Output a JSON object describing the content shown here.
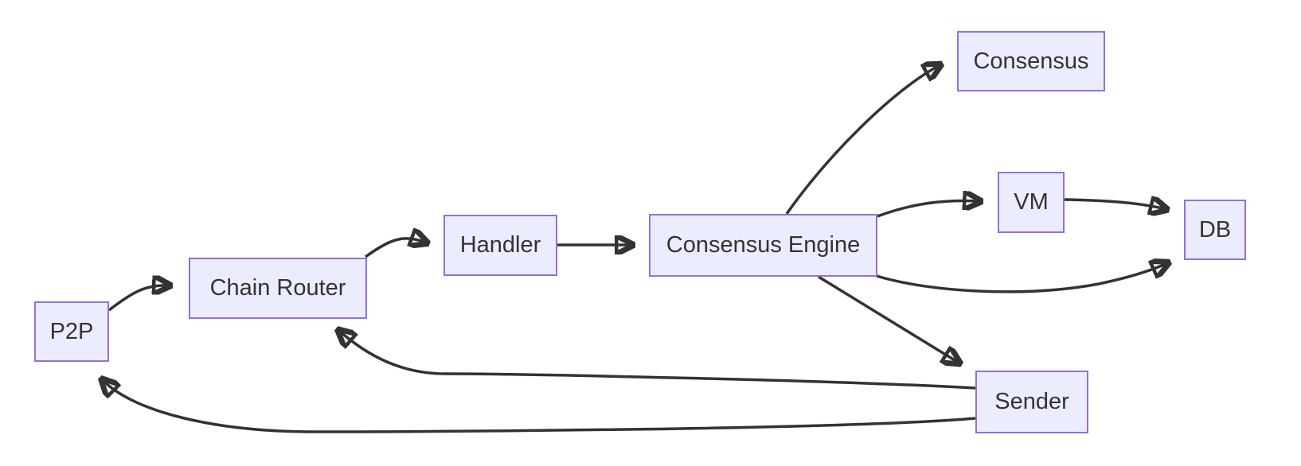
{
  "diagram": {
    "type": "flowchart",
    "direction": "left-to-right",
    "colors": {
      "background": "#ffffff",
      "node_fill": "#ECECFF",
      "node_border": "#9370DB",
      "edge_stroke": "#333333",
      "text": "#333333"
    },
    "nodes": [
      {
        "id": "p2p",
        "label": "P2P"
      },
      {
        "id": "chain-router",
        "label": "Chain Router"
      },
      {
        "id": "handler",
        "label": "Handler"
      },
      {
        "id": "consensus-engine",
        "label": "Consensus Engine"
      },
      {
        "id": "consensus",
        "label": "Consensus"
      },
      {
        "id": "vm",
        "label": "VM"
      },
      {
        "id": "db",
        "label": "DB"
      },
      {
        "id": "sender",
        "label": "Sender"
      }
    ],
    "edges": [
      {
        "from": "P2P",
        "to": "Chain Router"
      },
      {
        "from": "Chain Router",
        "to": "Handler"
      },
      {
        "from": "Handler",
        "to": "Consensus Engine"
      },
      {
        "from": "Consensus Engine",
        "to": "Consensus"
      },
      {
        "from": "Consensus Engine",
        "to": "VM"
      },
      {
        "from": "VM",
        "to": "DB"
      },
      {
        "from": "Consensus Engine",
        "to": "DB"
      },
      {
        "from": "Consensus Engine",
        "to": "Sender"
      },
      {
        "from": "Sender",
        "to": "Chain Router"
      },
      {
        "from": "Sender",
        "to": "P2P"
      }
    ]
  }
}
